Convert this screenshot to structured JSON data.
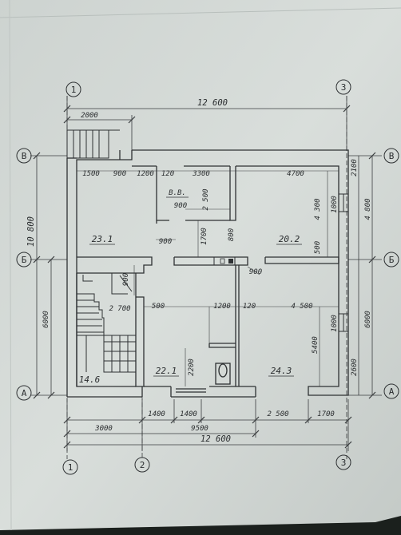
{
  "drawing": {
    "axes": {
      "col_1": "1",
      "col_2": "2",
      "col_3": "3",
      "row_v": "В",
      "row_b": "Б",
      "row_a": "А"
    },
    "dimensions": {
      "top_total": "12 600",
      "top_porch": "2000",
      "left_total": "10 800",
      "left_lower": "6000",
      "right_upper": "4 800",
      "right_upper_a": "2100",
      "right_lower": "6000",
      "right_lower_a": "2600",
      "bottom_3000": "3000",
      "bottom_1400a": "1400",
      "bottom_1400b": "1400",
      "bottom_2500": "2 500",
      "bottom_1700": "1700",
      "bottom_9500": "9500",
      "bottom_total": "12 600",
      "in_1500": "1500",
      "in_900a": "900",
      "in_1200": "1200",
      "in_120a": "120",
      "in_3300": "3300",
      "in_4700": "4700",
      "in_900b": "900",
      "in_2500v": "2 500",
      "in_1700v": "1700",
      "in_800": "800",
      "in_4300": "4 300",
      "in_1000a": "1000",
      "in_500a": "500",
      "in_900c": "900",
      "in_900d": "900",
      "in_900e": "900",
      "in_2700": "2 700",
      "in_500b": "500",
      "in_1200b": "1200",
      "in_120b": "120",
      "in_4500": "4 500",
      "in_5400": "5400",
      "in_2200": "2200",
      "in_1000b": "1000"
    },
    "rooms": {
      "r23": "23.1",
      "r20": "20.2",
      "rbath": "В.В.",
      "r14": "14.6",
      "r22": "22.1",
      "r24": "24.3"
    }
  }
}
